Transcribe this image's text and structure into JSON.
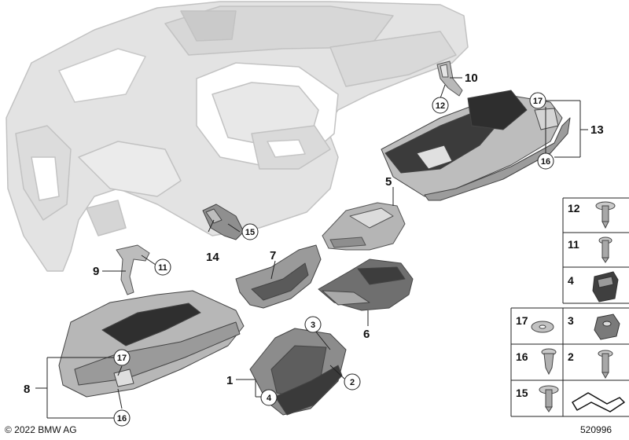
{
  "labels": {
    "l1": "1",
    "l2": "2",
    "l3": "3",
    "l4": "4",
    "l5": "5",
    "l6": "6",
    "l7": "7",
    "l8": "8",
    "l9": "9",
    "l10": "10",
    "l11": "11",
    "l12": "12",
    "l13": "13",
    "l14": "14",
    "l15": "15",
    "l16": "16",
    "l17": "17"
  },
  "legend": {
    "r12": "12",
    "r11": "11",
    "r4": "4",
    "r17": "17",
    "r3": "3",
    "r16": "16",
    "r2": "2",
    "r15": "15"
  },
  "footer": {
    "copyright": "© 2022 BMW AG",
    "diagram_number": "520996"
  }
}
